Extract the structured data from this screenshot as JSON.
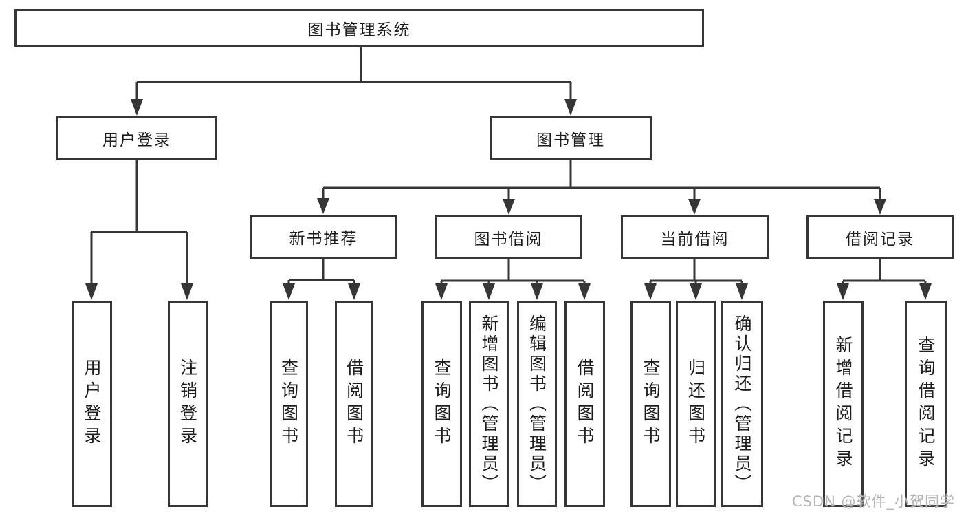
{
  "diagram": {
    "root": {
      "label": "图书管理系统"
    },
    "level2": {
      "user_login": {
        "label": "用户登录"
      },
      "book_management": {
        "label": "图书管理"
      }
    },
    "level3": {
      "new_book_recommend": {
        "label": "新书推荐"
      },
      "book_borrowing": {
        "label": "图书借阅"
      },
      "current_borrowing": {
        "label": "当前借阅"
      },
      "borrow_records": {
        "label": "借阅记录"
      }
    },
    "leaves": {
      "user_login": {
        "label": "用户登录"
      },
      "logout": {
        "label": "注销登录"
      },
      "recommend_query_books": {
        "label": "查询图书"
      },
      "recommend_borrow_books": {
        "label": "借阅图书"
      },
      "borrowing_query_books": {
        "label": "查询图书"
      },
      "borrowing_add_books": {
        "label": "新增图书（管理员）"
      },
      "borrowing_edit_books": {
        "label": "编辑图书（管理员）"
      },
      "borrowing_borrow_books": {
        "label": "借阅图书"
      },
      "current_query_books": {
        "label": "查询图书"
      },
      "current_return_books": {
        "label": "归还图书"
      },
      "current_confirm_return": {
        "label": "确认归还（管理员）"
      },
      "records_add_record": {
        "label": "新增借阅记录"
      },
      "records_query_record": {
        "label": "查询借阅记录"
      }
    },
    "watermark": "CSDN @软件_小贺同学",
    "colors": {
      "line": "#363636",
      "text": "#1d1d1d",
      "background": "#ffffff",
      "watermark": "#b5b5b5"
    }
  }
}
